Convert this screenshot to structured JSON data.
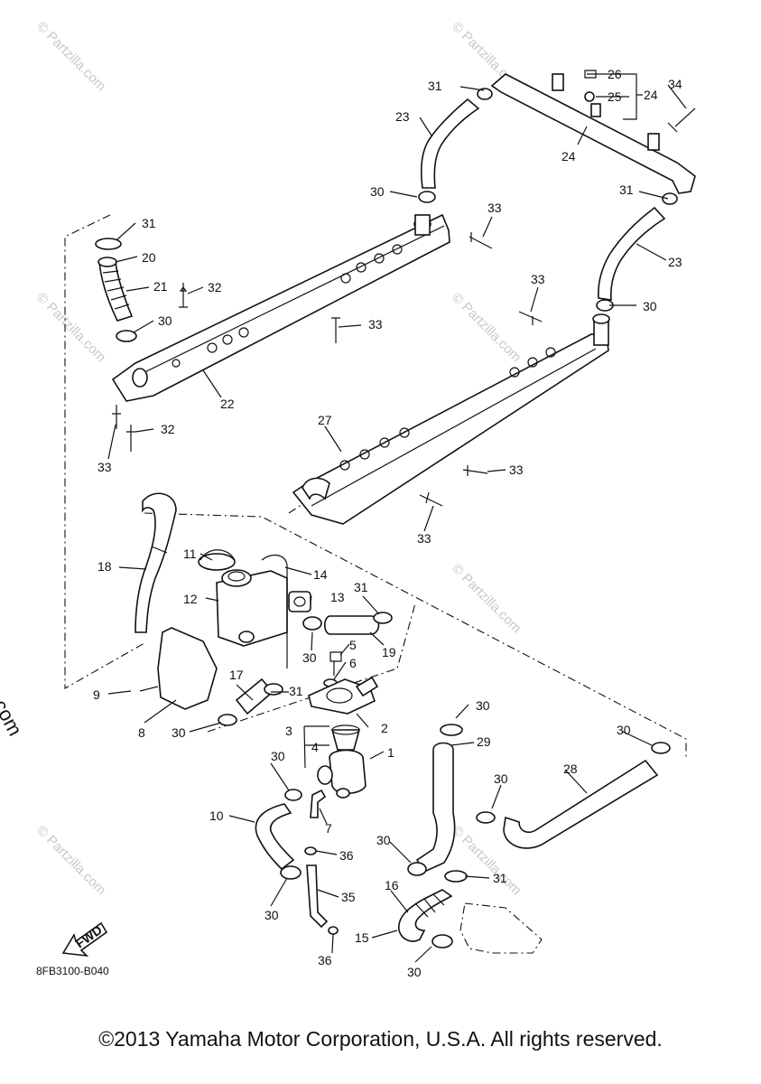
{
  "drawing_code": "8FB3100-B040",
  "copyright": "©2013 Yamaha Motor Corporation, U.S.A. All rights reserved.",
  "watermark": "© Partzilla.com",
  "fwd_label": "FWD",
  "callouts": [
    "1",
    "2",
    "3",
    "4",
    "5",
    "6",
    "7",
    "8",
    "9",
    "10",
    "11",
    "12",
    "13",
    "14",
    "15",
    "16",
    "17",
    "18",
    "19",
    "20",
    "21",
    "22",
    "23",
    "24",
    "25",
    "26",
    "27",
    "28",
    "29",
    "30",
    "31",
    "32",
    "33",
    "34",
    "35",
    "36"
  ]
}
